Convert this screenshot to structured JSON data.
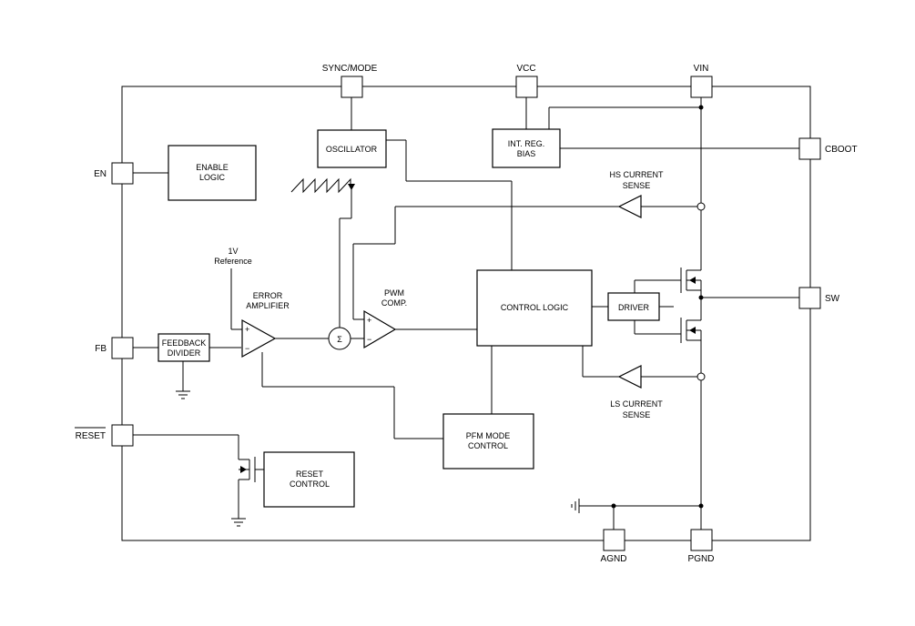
{
  "pins": {
    "sync_mode": "SYNC/MODE",
    "vcc": "VCC",
    "vin": "VIN",
    "en": "EN",
    "cboot": "CBOOT",
    "sw": "SW",
    "fb": "FB",
    "reset": "RESET",
    "agnd": "AGND",
    "pgnd": "PGND"
  },
  "blocks": {
    "enable_logic": [
      "ENABLE",
      "LOGIC"
    ],
    "oscillator": "OSCILLATOR",
    "int_reg_bias": [
      "INT. REG.",
      "BIAS"
    ],
    "control_logic": "CONTROL LOGIC",
    "driver": "DRIVER",
    "feedback_divider": [
      "FEEDBACK",
      "DIVIDER"
    ],
    "pfm_mode_control": [
      "PFM MODE",
      "CONTROL"
    ],
    "reset_control": [
      "RESET",
      "CONTROL"
    ]
  },
  "labels": {
    "reference": [
      "1V",
      "Reference"
    ],
    "error_amplifier": [
      "ERROR",
      "AMPLIFIER"
    ],
    "pwm_comp": [
      "PWM",
      "COMP."
    ],
    "hs_current_sense": [
      "HS CURRENT",
      "SENSE"
    ],
    "ls_current_sense": [
      "LS CURRENT",
      "SENSE"
    ],
    "sigma": "Σ",
    "plus": "+",
    "minus": "−"
  }
}
